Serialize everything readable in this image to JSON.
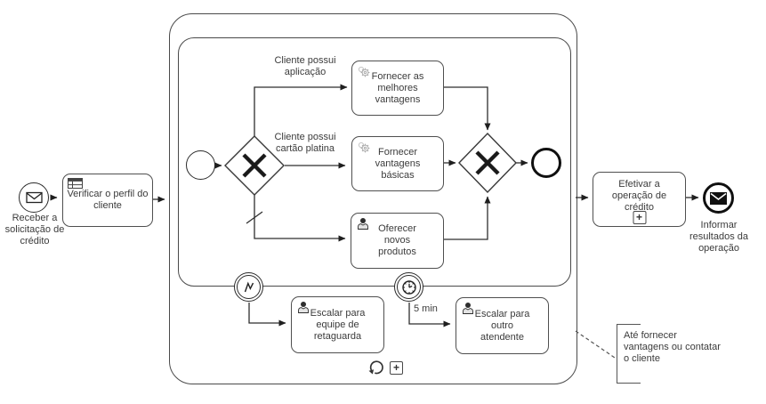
{
  "nodes": {
    "receive_request": "Receber a solicitação de crédito",
    "verify_profile": "Verificar o perfil do cliente",
    "provide_best": "Fornecer as melhores vantagens",
    "provide_basic": "Fornecer vantagens básicas",
    "offer_products": "Oferecer novos produtos",
    "escalate_backoffice": "Escalar para equipe de retaguarda",
    "escalate_agent": "Escalar para outro atendente",
    "execute_credit": "Efetivar a operação de crédito",
    "inform_results": "Informar resultados da operação"
  },
  "flow_labels": {
    "has_application": "Cliente possui aplicação",
    "has_platinum_card": "Cliente possui cartão platina",
    "timer": "5 min"
  },
  "annotation": {
    "text": "Até fornecer vantagens ou contatar o cliente"
  },
  "markers": {
    "subprocess_plus": "+"
  },
  "colors": {
    "line": "#2e2e2e",
    "task_border": "#4f4f4f",
    "text": "#3b3b3b",
    "gear_icon": "#ababab",
    "dark_fill": "#111111",
    "background": "#ffffff"
  }
}
